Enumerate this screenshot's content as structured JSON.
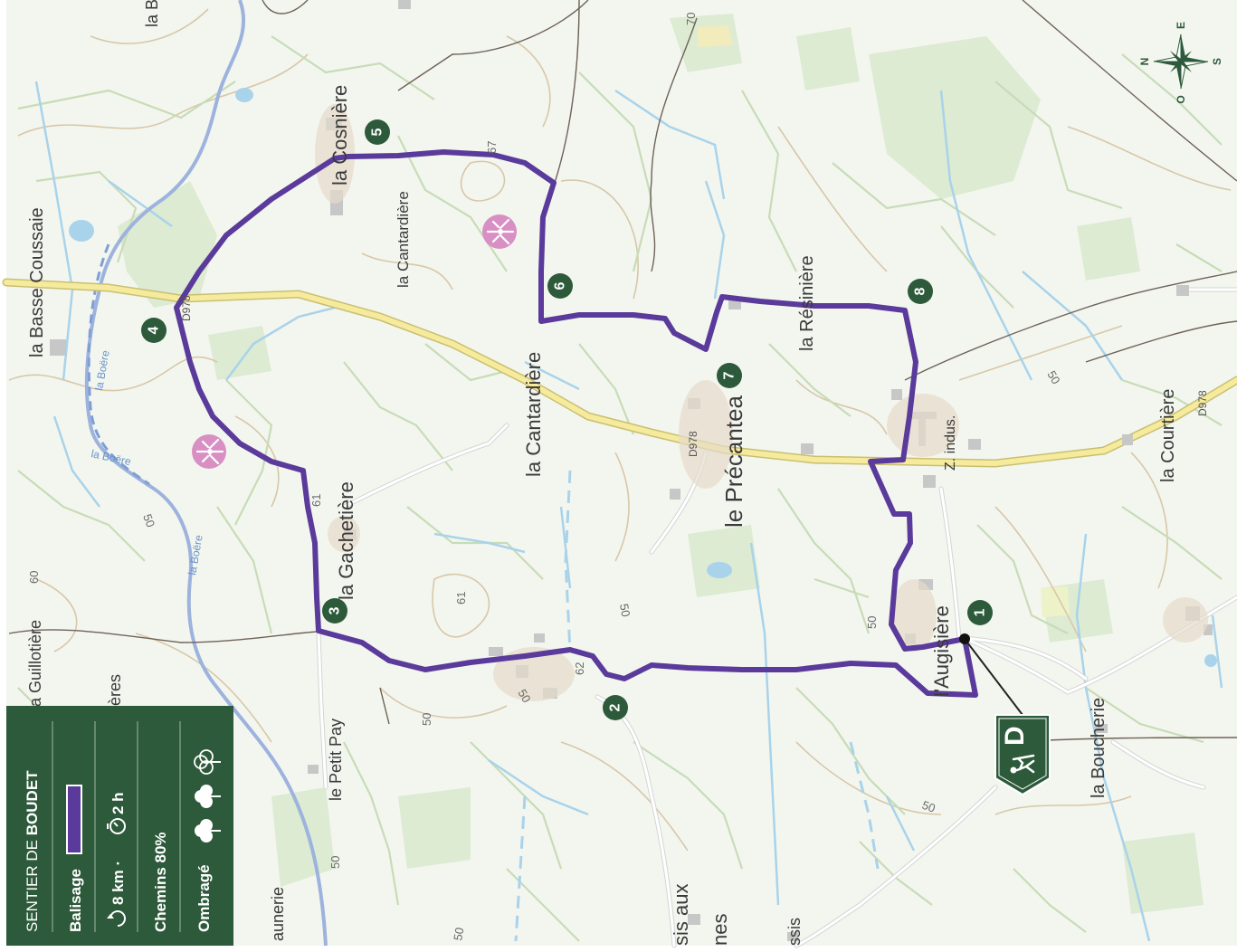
{
  "legend": {
    "title_prefix": "SENTIER DE",
    "title_name": "BOUDET",
    "balisage_label": "Balisage",
    "distance": "8 km",
    "separator": "·",
    "duration": "2 h",
    "chemins": "Chemins 80%",
    "ombrage": "Ombragé",
    "route_color": "#5a3a9a"
  },
  "compass": {
    "north": "N",
    "east": "E",
    "south": "S",
    "west": "O"
  },
  "start_marker": {
    "label": "D"
  },
  "waypoints": [
    "1",
    "2",
    "3",
    "4",
    "5",
    "6",
    "7",
    "8"
  ],
  "places": {
    "basse_coussaie": "la Basse Coussaie",
    "cosniere": "la Cosnière",
    "cantardiere_top": "la Cantardière",
    "cantardiere": "la Cantardière",
    "resiniere": "la Résinière",
    "precantea": "le Précantea",
    "z_indus": "Z. indus.",
    "courtiere": "la Courtière",
    "gachetiere": "la Gachetière",
    "guillotiere": "la Guillotière",
    "petit_pay": "le Petit Pay",
    "augisiere": "l'Augisière",
    "boucherie": "la Boucherie",
    "la_b_top": "la B",
    "eres": "ères",
    "aunerie": "aunerie",
    "sis_aux": "sis aux",
    "nes": "nes",
    "ssis": "ssis"
  },
  "rivers": {
    "boere_1": "la Boëre",
    "boere_2": "la Boëre",
    "boere_3": "la Boëre"
  },
  "roads": {
    "d978_a": "D978",
    "d978_b": "D978",
    "d978_c": "D978"
  },
  "elevations": {
    "e70": "70",
    "e67": "67",
    "e61a": "61",
    "e61b": "61",
    "e60": "60",
    "e62": "62",
    "e50a": "50",
    "e50b": "50",
    "e50c": "50",
    "e50d": "50",
    "e50e": "50",
    "e50f": "50",
    "e50g": "50",
    "e50h": "50",
    "e50i": "50"
  }
}
